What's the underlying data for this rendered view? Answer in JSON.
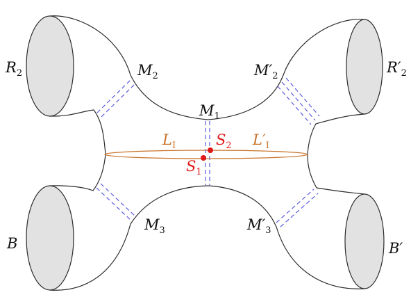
{
  "diagram": {
    "labels": {
      "R2": {
        "main": "R",
        "sub": "2"
      },
      "R2p": {
        "main": "R′",
        "sub": "2"
      },
      "B": {
        "main": "B"
      },
      "Bp": {
        "main": "B′"
      },
      "M1": {
        "main": "M",
        "sub": "1"
      },
      "M2": {
        "main": "M",
        "sub": "2"
      },
      "M3": {
        "main": "M",
        "sub": "3"
      },
      "M2p": {
        "main": "M′",
        "sub": "2"
      },
      "M3p": {
        "main": "M′",
        "sub": "3"
      },
      "L1": {
        "main": "L",
        "sub": "I"
      },
      "L1p": {
        "main": "L′",
        "sub": "I"
      },
      "S1": {
        "main": "S",
        "sub": "1"
      },
      "S2": {
        "main": "S",
        "sub": "2"
      }
    },
    "colors": {
      "outline": "#2b2b2b",
      "disk_fill": "#e2e2e2",
      "dashed_cut": "#5a5ae0",
      "loop": "#c8732a",
      "points": "#e01818"
    }
  }
}
